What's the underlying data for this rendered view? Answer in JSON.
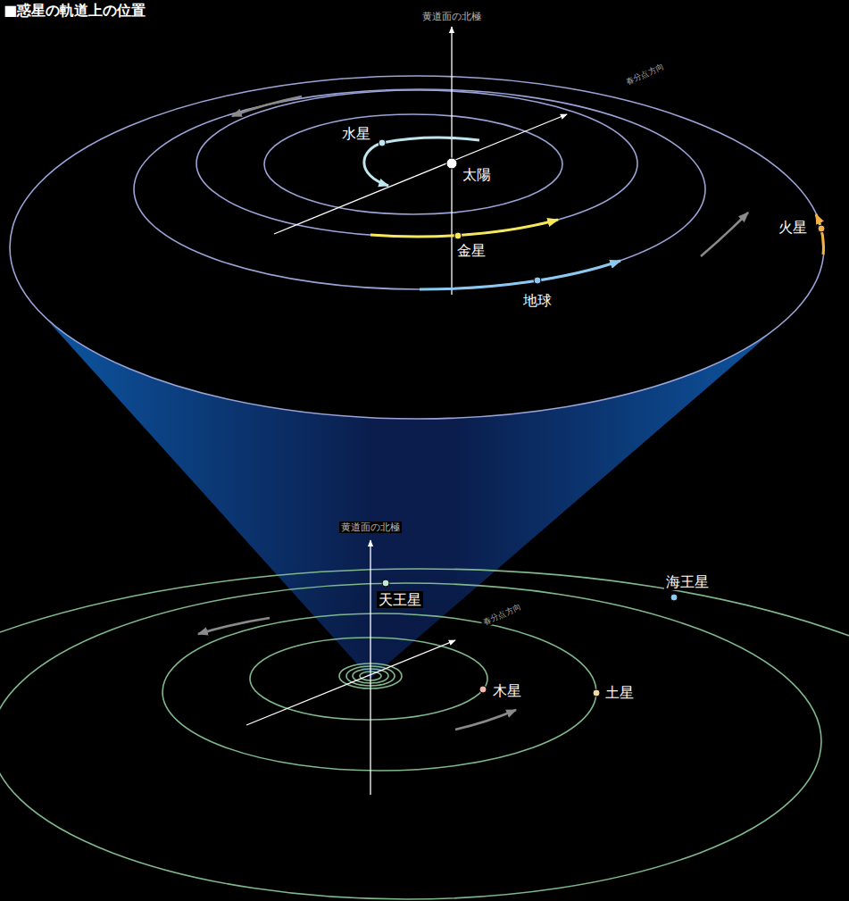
{
  "diagram": {
    "title": "■惑星の軌道上の位置",
    "labels": [
      "黄道面の北極",
      "春分点方向",
      "水星",
      "太陽",
      "金星",
      "地球",
      "火星",
      "黄道面の北極",
      "天王星",
      "海王星",
      "春分点方向",
      "木星",
      "土星"
    ]
  }
}
